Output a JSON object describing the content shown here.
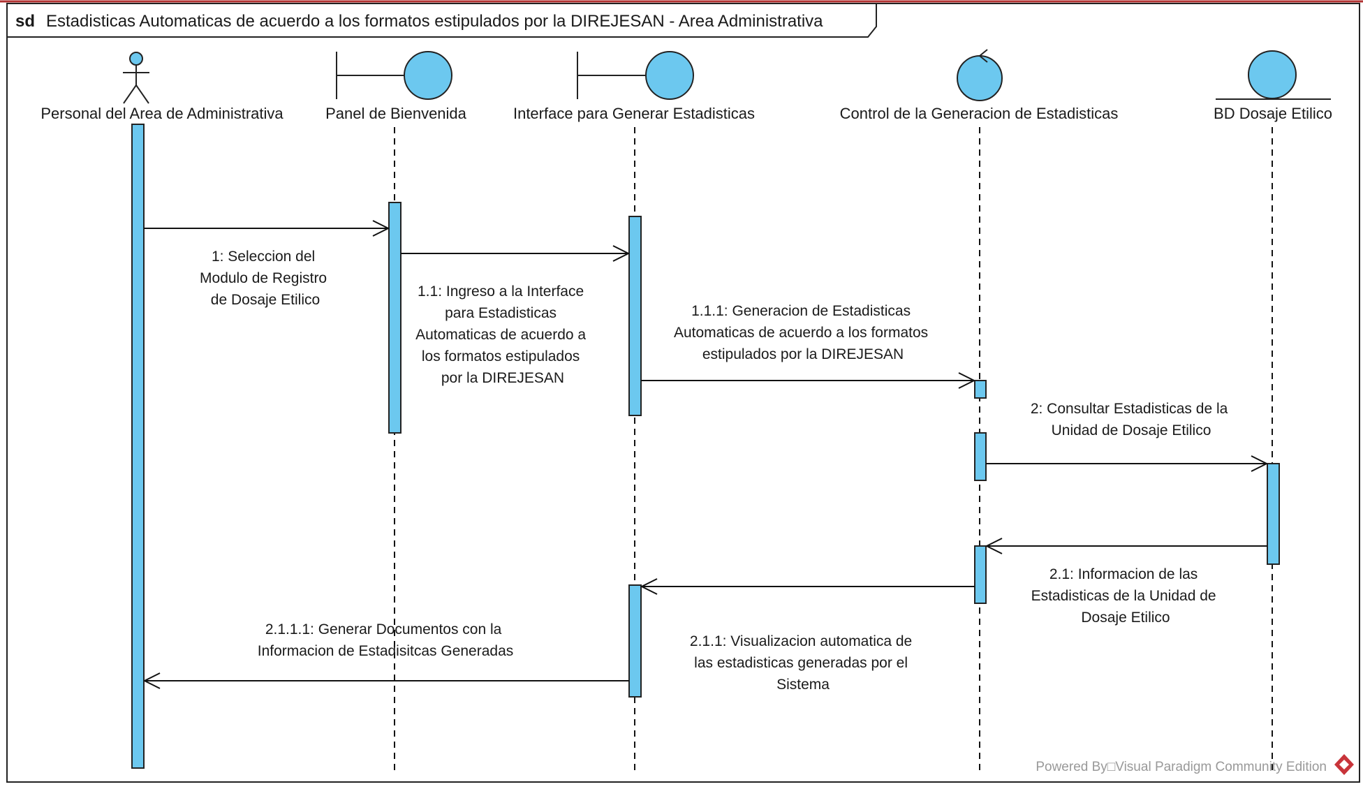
{
  "diagram": {
    "kind_label": "sd",
    "title": "Estadisticas Automaticas de acuerdo a los formatos estipulados por la  DIREJESAN - Area Administrativa",
    "footer": "Powered By□Visual Paradigm Community Edition"
  },
  "lifelines": [
    {
      "id": "actor",
      "type": "actor",
      "label": "Personal del Area de Administrativa"
    },
    {
      "id": "panel",
      "type": "boundary",
      "label": "Panel de Bienvenida"
    },
    {
      "id": "interface",
      "type": "boundary",
      "label": "Interface para Generar Estadisticas"
    },
    {
      "id": "control",
      "type": "control",
      "label": "Control  de la Generacion de Estadisticas"
    },
    {
      "id": "bd",
      "type": "entity",
      "label": "BD Dosaje Etilico"
    }
  ],
  "messages": [
    {
      "id": "m1",
      "from": "actor",
      "to": "panel",
      "lines": [
        "1: Seleccion del",
        "Modulo de Registro",
        "de Dosaje Etilico"
      ]
    },
    {
      "id": "m11",
      "from": "panel",
      "to": "interface",
      "lines": [
        "1.1: Ingreso a la Interface",
        "para Estadisticas",
        "Automaticas de acuerdo a",
        "los formatos estipulados",
        "por la  DIREJESAN"
      ]
    },
    {
      "id": "m111",
      "from": "interface",
      "to": "control",
      "lines": [
        "1.1.1: Generacion de Estadisticas",
        "Automaticas de acuerdo a los formatos",
        "estipulados por la  DIREJESAN"
      ]
    },
    {
      "id": "m2",
      "from": "control",
      "to": "bd",
      "lines": [
        "2: Consultar Estadisticas de la",
        "Unidad de Dosaje Etilico"
      ]
    },
    {
      "id": "m21",
      "from": "bd",
      "to": "control",
      "lines": [
        "2.1: Informacion de las",
        "Estadisticas de la Unidad de",
        "Dosaje Etilico"
      ]
    },
    {
      "id": "m211",
      "from": "control",
      "to": "interface",
      "lines": [
        "2.1.1: Visualizacion  automatica de",
        "las estadisticas generadas por el",
        "Sistema"
      ]
    },
    {
      "id": "m2111",
      "from": "interface",
      "to": "actor",
      "lines": [
        "2.1.1.1: Generar Documentos con la",
        "Informacion de Estadisitcas Generadas"
      ]
    }
  ],
  "colors": {
    "fill": "#6cc8ef",
    "line": "#111111",
    "footer_text": "#999999",
    "logo": "#c8343a"
  }
}
